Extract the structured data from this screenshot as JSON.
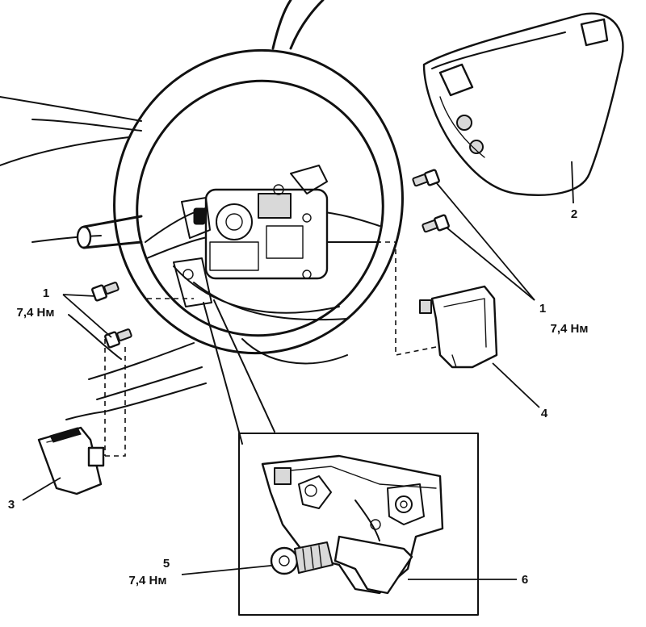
{
  "diagram": {
    "callouts": [
      {
        "id": "c1-left",
        "number": "1",
        "torque": "7,4 Нм"
      },
      {
        "id": "c1-right",
        "number": "1",
        "torque": "7,4 Нм"
      },
      {
        "id": "c2",
        "number": "2"
      },
      {
        "id": "c3",
        "number": "3"
      },
      {
        "id": "c4",
        "number": "4"
      },
      {
        "id": "c5",
        "number": "5",
        "torque": "7,4 Нм"
      },
      {
        "id": "c6",
        "number": "6"
      }
    ]
  }
}
